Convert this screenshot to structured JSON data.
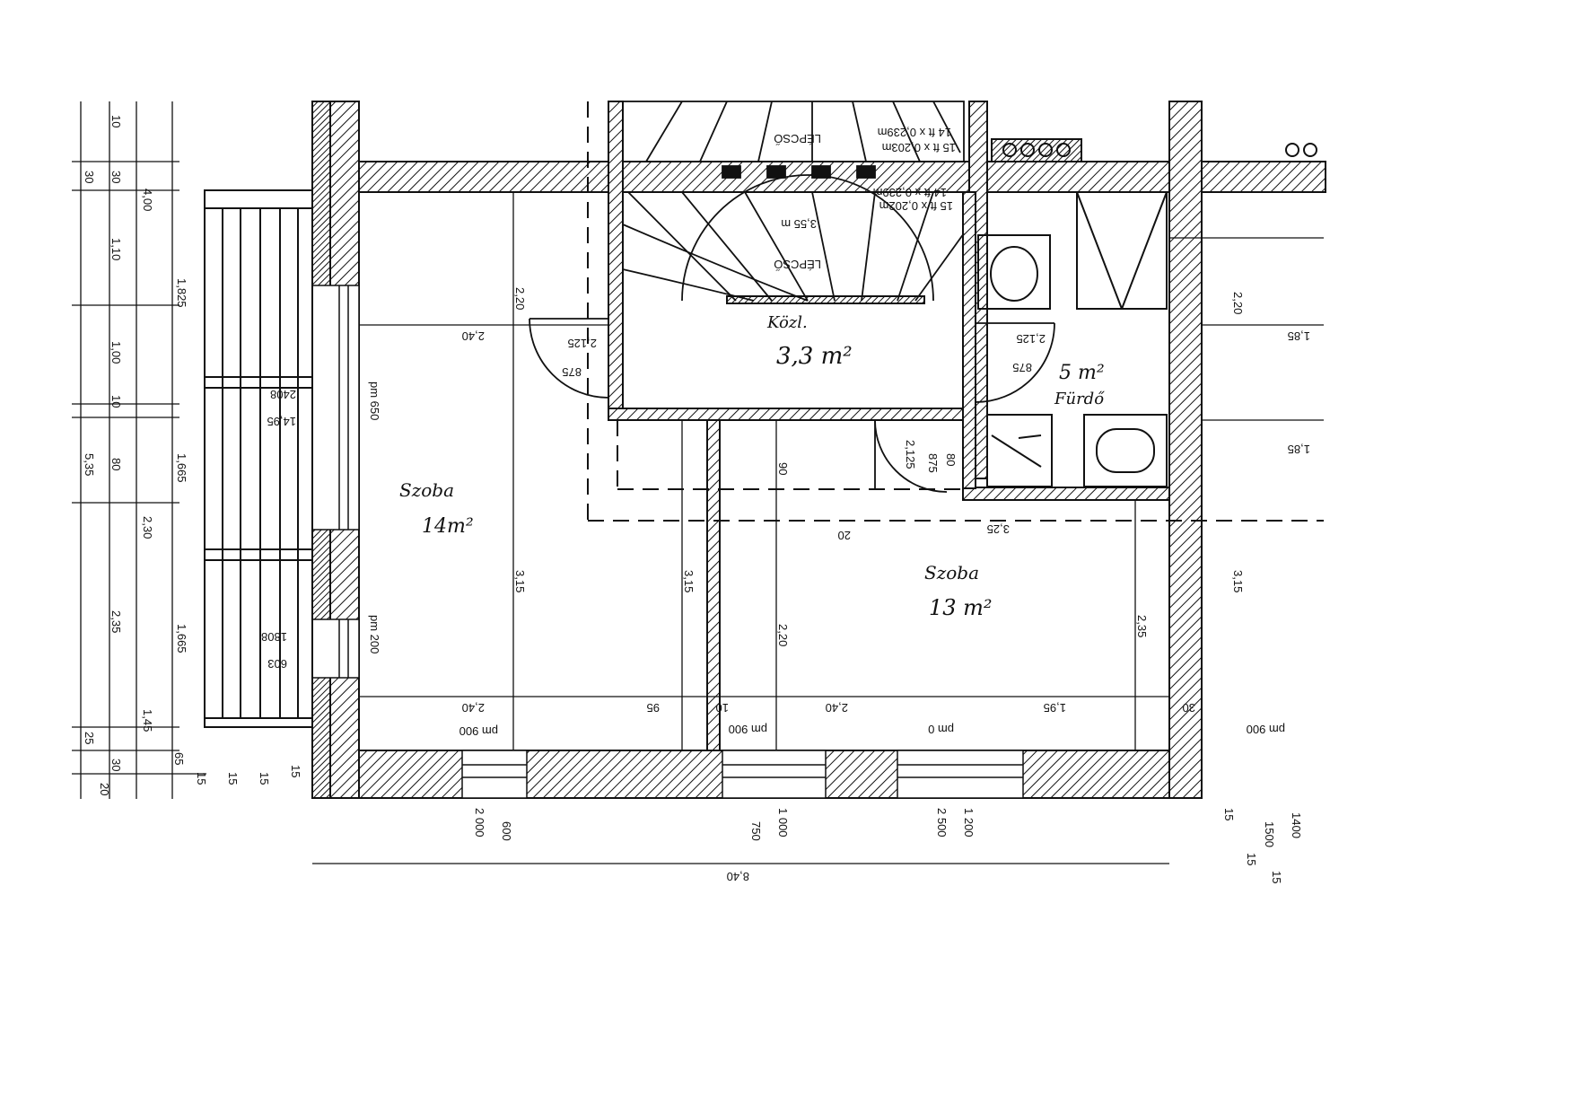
{
  "plan": {
    "rooms": [
      {
        "id": "room-left",
        "label": "Szoba",
        "area": "14m²"
      },
      {
        "id": "room-right",
        "label": "Szoba",
        "area": "13 m²"
      },
      {
        "id": "hall",
        "label": "Közl.",
        "area": "3,3 m²"
      },
      {
        "id": "bath",
        "label": "Fürdő",
        "area": "5 m²"
      }
    ],
    "stair": {
      "upper_label": "LÉPCSŐ",
      "upper_spec_1": "15 ft x 0,203m",
      "upper_spec_2": "14 ft x 0,239m",
      "lower_label": "LÉPCSŐ",
      "lower_spec_1": "15 ft x 0,202m",
      "lower_spec_2": "14 ft x 0,239m",
      "lower_height": "3,55 m"
    },
    "vertical_dims": {
      "col_a": [
        "10",
        "30",
        "1,10",
        "1,00",
        "10",
        "80",
        "2,35",
        "25",
        "20"
      ],
      "col_b": [
        "30",
        "1,825",
        "1,665",
        "2,30",
        "1,665",
        "1,45",
        "30",
        "65"
      ],
      "col_c": [
        "4,00",
        "5,35"
      ],
      "left_room_height": "3,15",
      "left_wall_height": "2,20",
      "corr_height": "3,15",
      "right_room_height": "2,35",
      "right_room_height_b": "2,20",
      "far_right": "3,15",
      "far_right_b": "2,20",
      "door_90": "90",
      "door_80": "80"
    },
    "horizontal_dims": {
      "left_room_top": "2,40",
      "left_room_bottom": "2,40",
      "bottom_95": "95",
      "bottom_10": "10",
      "right_room_bottom": "2,40",
      "right_room_bottom_b": "1,95",
      "right_room_top": "3,25",
      "door_20": "20",
      "overall": "8,40",
      "right_a": "1,85",
      "right_b": "1,85",
      "right_30": "30"
    },
    "door_dims": {
      "d1_a": "2,125",
      "d1_b": "875",
      "d2_a": "2,125",
      "d2_b": "875",
      "d3_a": "2,125",
      "d3_b": "875"
    },
    "window_dims": {
      "w_left_a": "pm 650",
      "w_left_b": "2408",
      "w_left_c": "14,95",
      "w_left2_a": "pm 200",
      "w_left2_b": "1808",
      "w_left2_c": "603",
      "w_bottom_1": "pm 900",
      "w_bottom_2": "pm 900",
      "w_bottom_3": "pm 0",
      "w_bottom_4": "pm 900",
      "w_b1_a": "2 000",
      "w_b1_b": "600",
      "w_b2_a": "750",
      "w_b2_b": "1 000",
      "w_b3_a": "2 500",
      "w_b3_b": "1 200",
      "balcony_small": [
        "15",
        "15",
        "15",
        "15"
      ],
      "right_small": [
        "15",
        "1500",
        "1400",
        "15",
        "15"
      ]
    }
  }
}
